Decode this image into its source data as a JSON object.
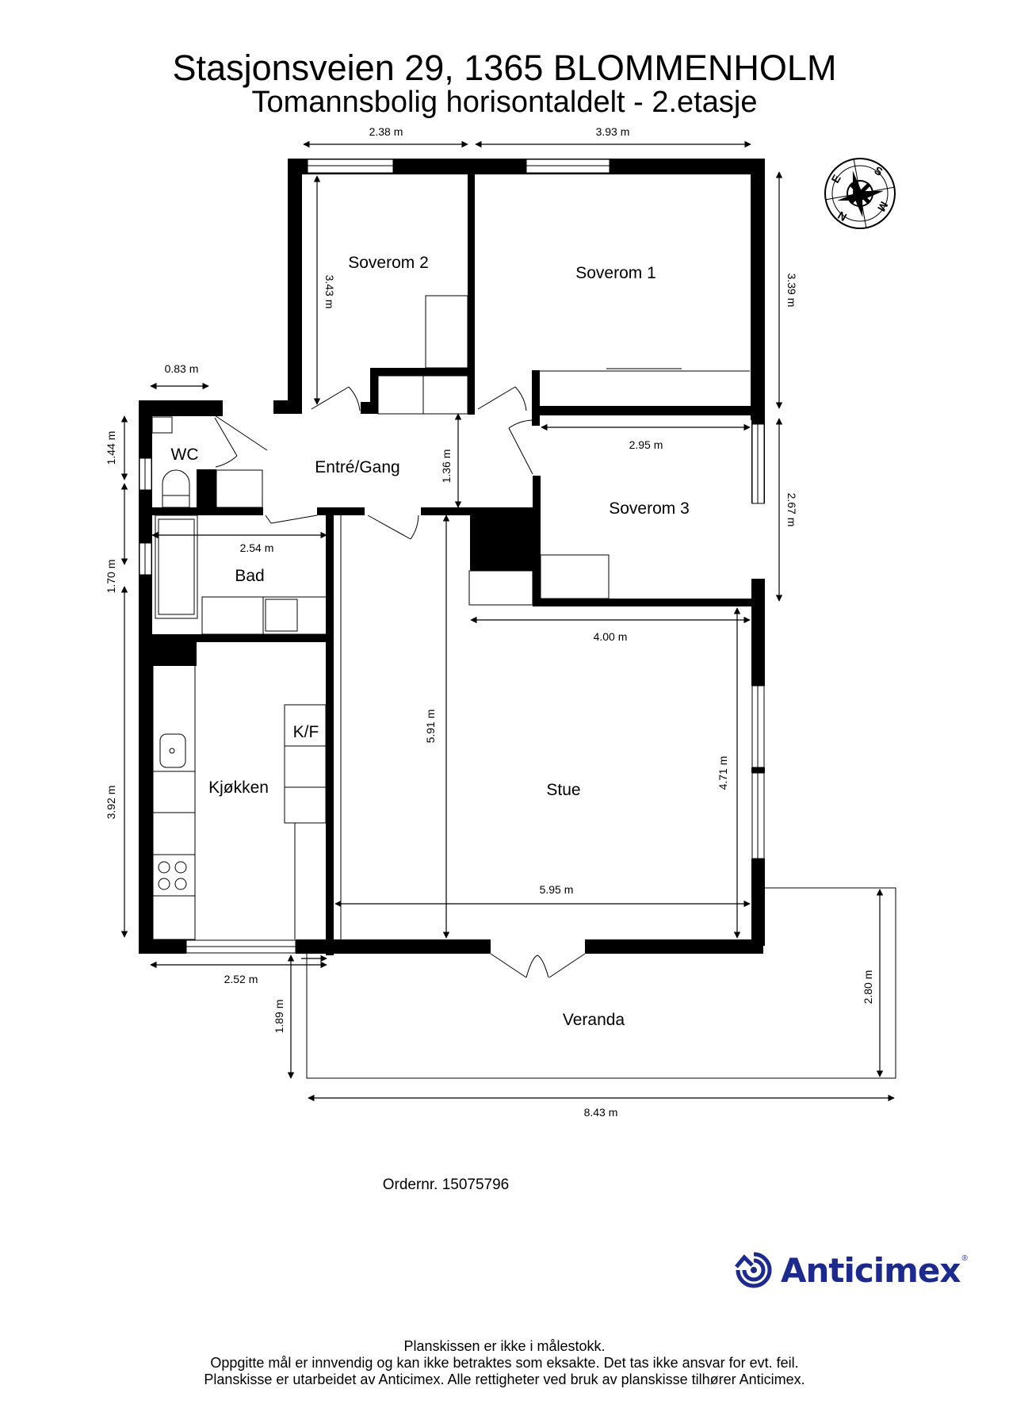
{
  "header": {
    "address": "Stasjonsveien 29, 1365 BLOMMENHOLM",
    "subtitle": "Tomannsbolig horisontaldelt  - 2.etasje"
  },
  "compass": {
    "icon": "compass-rose-icon",
    "letters": [
      "N",
      "E",
      "S",
      "W"
    ]
  },
  "rooms": {
    "soverom2": "Soverom 2",
    "soverom1": "Soverom 1",
    "soverom3": "Soverom 3",
    "wc": "WC",
    "entre": "Entré/Gang",
    "bad": "Bad",
    "kjokken": "Kjøkken",
    "kf": "K/F",
    "stue": "Stue",
    "veranda": "Veranda"
  },
  "dimensions": {
    "soverom2_width": "2.38 m",
    "soverom1_width": "3.93 m",
    "soverom2_depth": "3.43 m",
    "soverom1_depth": "3.39 m",
    "wc_width": "0.83 m",
    "wc_depth": "1.44 m",
    "entre_depth": "1.36 m",
    "soverom3_width": "2.95 m",
    "soverom3_depth": "2.67 m",
    "bad_width": "2.54 m",
    "bad_depth": "1.70 m",
    "stue_width_top": "4.00 m",
    "stue_depth_left": "5.91 m",
    "stue_depth_right": "4.71 m",
    "kjokken_depth": "3.92 m",
    "stue_width_bottom": "5.95 m",
    "kjokken_width": "2.52 m",
    "veranda_offset": "1.89 m",
    "veranda_depth": "2.80 m",
    "veranda_width": "8.43 m"
  },
  "footer": {
    "order_number": "Ordernr. 15075796",
    "brand": "Anticimex",
    "brand_mark": "®",
    "brand_color": "#1b2a8c",
    "disclaimer": [
      "Planskissen er ikke i målestokk.",
      "Oppgitte mål er innvendig og kan ikke betraktes som eksakte. Det tas ikke ansvar for evt. feil.",
      "Planskisse er utarbeidet av Anticimex. Alle rettigheter ved bruk av planskisse tilhører Anticimex."
    ]
  }
}
